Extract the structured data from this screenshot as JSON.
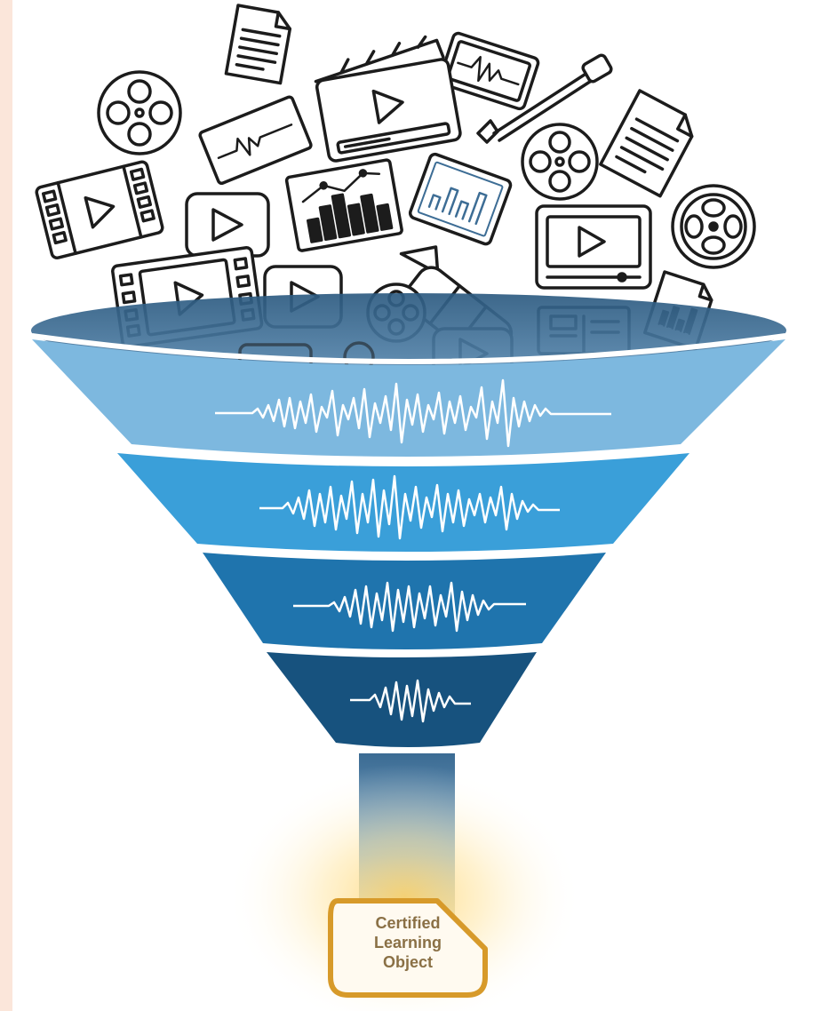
{
  "colors": {
    "page_background": "#ffffff",
    "side_strip": "#fbe6da",
    "icon_stroke": "#1c1c1c",
    "funnel_mouth": "#3d6d95",
    "funnel_rim": "#ffffff",
    "funnel_tiers": [
      "#7db8df",
      "#3a9fd9",
      "#1f74ad",
      "#17527e"
    ],
    "funnel_spout": "#5f8fb4",
    "waveform_stroke": "#ffffff",
    "glow": "#ffd36a",
    "document_border": "#d79a2a",
    "document_fill": "#fffaf0",
    "document_text": "#8a7045"
  },
  "icons": [
    "text-document-icon",
    "film-reel-icon",
    "oscilloscope-screen-icon",
    "video-player-icon",
    "waveform-screen-icon",
    "pin-tool-icon",
    "film-reel-icon",
    "text-document-icon",
    "film-strip-play-icon",
    "play-button-icon",
    "bar-chart-trend-icon",
    "tablet-chart-icon",
    "film-reel-icon",
    "projector-icon",
    "video-player-icon",
    "chart-document-icon",
    "film-strip-play-icon",
    "play-button-icon",
    "film-reel-icon",
    "play-button-icon",
    "magazine-icon"
  ],
  "funnel": {
    "tier_count": 4,
    "waveform_per_tier": true
  },
  "output_document": {
    "icon": "certified-document-icon",
    "lines": [
      "Certified",
      "Learning",
      "Object"
    ]
  }
}
